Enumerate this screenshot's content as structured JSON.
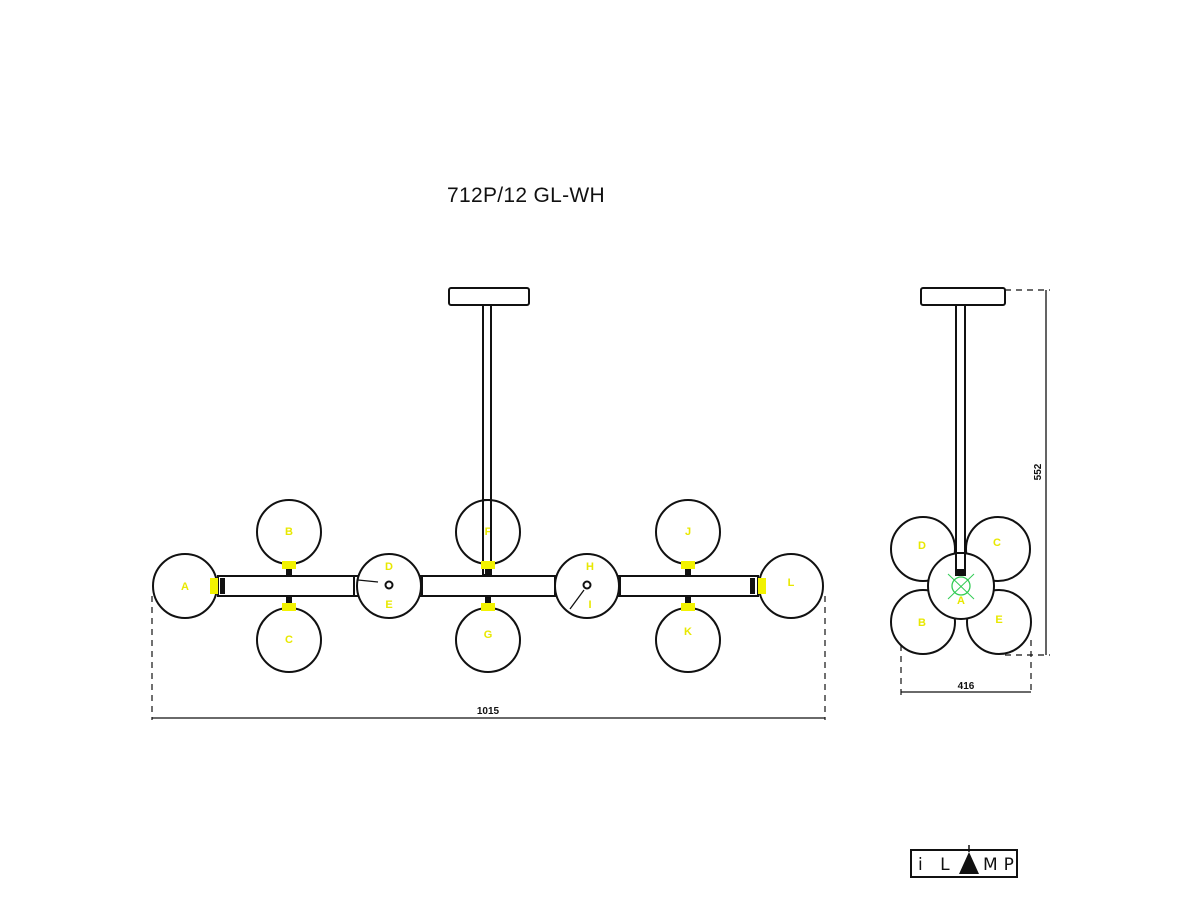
{
  "title": "712P/12 GL-WH",
  "front_view": {
    "globe_labels": [
      "A",
      "B",
      "C",
      "D",
      "E",
      "F",
      "G",
      "H",
      "I",
      "J",
      "K",
      "L"
    ],
    "width_dimension": "1015"
  },
  "side_view": {
    "globe_labels": [
      "A",
      "B",
      "C",
      "D",
      "E"
    ],
    "height_dimension": "552",
    "width_dimension": "416"
  },
  "logo": "iLAMP",
  "colors": {
    "line": "#111111",
    "label": "#e8e800",
    "socket": "#f2f200",
    "bulb": "#33cc55"
  }
}
